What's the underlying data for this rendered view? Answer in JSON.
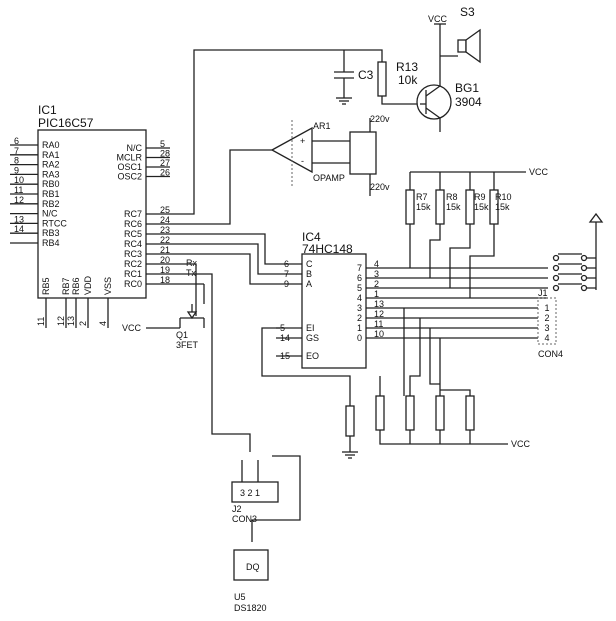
{
  "ic1": {
    "ref": "IC1",
    "part": "PIC16C57",
    "left_pins": [
      {
        "num": "6",
        "name": "RA0"
      },
      {
        "num": "7",
        "name": "RA1"
      },
      {
        "num": "8",
        "name": "RA2"
      },
      {
        "num": "9",
        "name": "RA3"
      },
      {
        "num": "10",
        "name": "RB0"
      },
      {
        "num": "11",
        "name": "RB1"
      },
      {
        "num": "12",
        "name": "RB2"
      },
      {
        "num": "",
        "name": "N/C"
      },
      {
        "num": "13",
        "name": "RTCC"
      },
      {
        "num": "14",
        "name": "RB3"
      },
      {
        "num": "",
        "name": "RB4"
      }
    ],
    "right_top_pins": [
      {
        "num": "5",
        "name": "N/C"
      },
      {
        "num": "28",
        "name": "MCLR"
      },
      {
        "num": "27",
        "name": "OSC1"
      },
      {
        "num": "26",
        "name": "OSC2"
      }
    ],
    "right_bottom_pins": [
      {
        "num": "25",
        "name": "RC7"
      },
      {
        "num": "24",
        "name": "RC6"
      },
      {
        "num": "23",
        "name": "RC5"
      },
      {
        "num": "22",
        "name": "RC4"
      },
      {
        "num": "21",
        "name": "RC3"
      },
      {
        "num": "20",
        "name": "RC2"
      },
      {
        "num": "19",
        "name": "RC1"
      },
      {
        "num": "18",
        "name": "RC0"
      }
    ],
    "bottom_pins": [
      {
        "num": "11",
        "name": "RB5"
      },
      {
        "num": "12",
        "name": "RB7"
      },
      {
        "num": "13",
        "name": "RB6"
      },
      {
        "num": "2",
        "name": "VDD"
      },
      {
        "num": "4",
        "name": "VSS"
      }
    ],
    "rx_label": "Rx",
    "tx_label": "Tx"
  },
  "ic4": {
    "ref": "IC4",
    "part": "74HC148",
    "left_pins": [
      {
        "num": "6",
        "name": "C"
      },
      {
        "num": "7",
        "name": "B"
      },
      {
        "num": "9",
        "name": "A"
      }
    ],
    "left_lower_pins": [
      {
        "num": "5",
        "name": "EI"
      },
      {
        "num": "14",
        "name": "GS"
      },
      {
        "num": "15",
        "name": "EO"
      }
    ],
    "right_pins": [
      {
        "name": "7",
        "num": "4"
      },
      {
        "name": "6",
        "num": "3"
      },
      {
        "name": "5",
        "num": "2"
      },
      {
        "name": "4",
        "num": "1"
      },
      {
        "name": "3",
        "num": "13"
      },
      {
        "name": "2",
        "num": "12"
      },
      {
        "name": "1",
        "num": "11"
      },
      {
        "name": "0",
        "num": "10"
      }
    ]
  },
  "resistors": {
    "r7": {
      "ref": "R7",
      "value": "15k"
    },
    "r8": {
      "ref": "R8",
      "value": "15k"
    },
    "r9": {
      "ref": "R9",
      "value": "15k"
    },
    "r10": {
      "ref": "R10",
      "value": "15k"
    },
    "r13": {
      "ref": "R13",
      "value": "10k"
    }
  },
  "c3": "C3",
  "bg1": {
    "ref": "BG1",
    "part": "3904"
  },
  "s3": "S3",
  "ar1": {
    "ref": "AR1",
    "part": "OPAMP",
    "plus": "+",
    "minus": "-",
    "v_top": "220v",
    "v_bottom": "220v"
  },
  "q1": {
    "ref": "Q1",
    "part": "3FET"
  },
  "j1": {
    "ref": "J1",
    "part": "CON4",
    "pins": [
      "1",
      "2",
      "3",
      "4"
    ]
  },
  "j2": {
    "ref": "J2",
    "part": "CON3",
    "pins_text": "3 2 1"
  },
  "u5": {
    "ref": "U5",
    "part": "DS1820",
    "body_text": "DQ"
  },
  "vcc": "VCC"
}
